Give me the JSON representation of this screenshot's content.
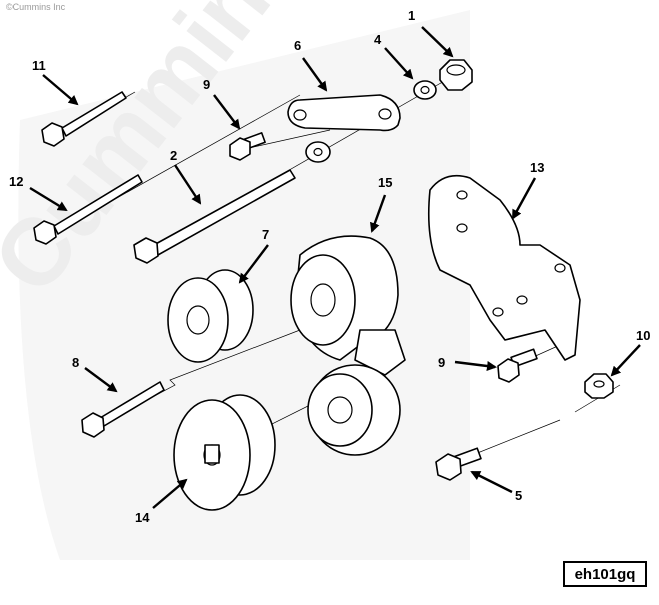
{
  "copyright": "©Cummins Inc",
  "watermark": "Cummins",
  "reference_code": "eh101gq",
  "callouts": {
    "c1": "1",
    "c2": "2",
    "c4": "4",
    "c5": "5",
    "c6": "6",
    "c7": "7",
    "c8": "8",
    "c9a": "9",
    "c9b": "9",
    "c10": "10",
    "c11": "11",
    "c12": "12",
    "c13": "13",
    "c14": "14",
    "c15": "15"
  }
}
